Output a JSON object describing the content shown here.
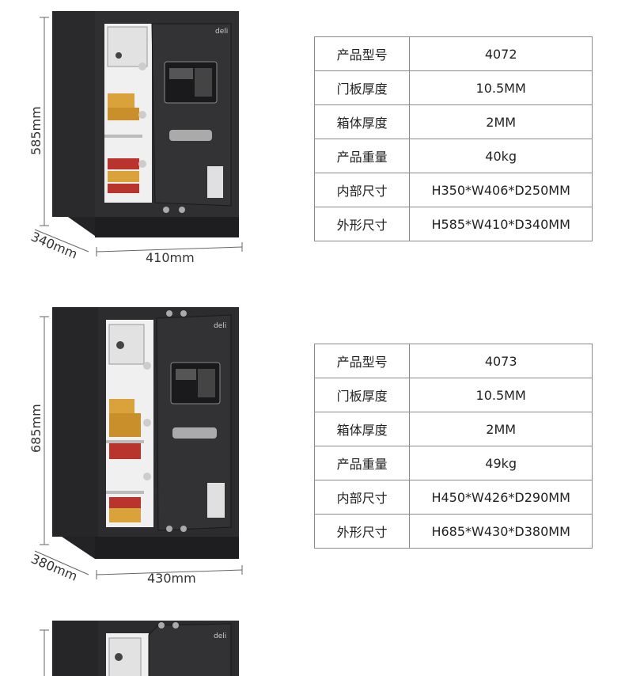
{
  "products": [
    {
      "height_label": "585mm",
      "depth_label": "340mm",
      "width_label": "410mm",
      "brand": "deli",
      "specs": [
        {
          "key": "产品型号",
          "value": "4072"
        },
        {
          "key": "门板厚度",
          "value": "10.5MM"
        },
        {
          "key": "箱体厚度",
          "value": "2MM"
        },
        {
          "key": "产品重量",
          "value": "40kg"
        },
        {
          "key": "内部尺寸",
          "value": "H350*W406*D250MM"
        },
        {
          "key": "外形尺寸",
          "value": "H585*W410*D340MM"
        }
      ]
    },
    {
      "height_label": "685mm",
      "depth_label": "380mm",
      "width_label": "430mm",
      "brand": "deli",
      "specs": [
        {
          "key": "产品型号",
          "value": "4073"
        },
        {
          "key": "门板厚度",
          "value": "10.5MM"
        },
        {
          "key": "箱体厚度",
          "value": "2MM"
        },
        {
          "key": "产品重量",
          "value": "49kg"
        },
        {
          "key": "内部尺寸",
          "value": "H450*W426*D290MM"
        },
        {
          "key": "外形尺寸",
          "value": "H685*W430*D380MM"
        }
      ]
    },
    {
      "brand": "deli"
    }
  ],
  "colors": {
    "safe_body": "#2a2a2c",
    "safe_door": "#333335",
    "interior": "#efefef",
    "gold": "#d9a23a",
    "red_box": "#b8342c",
    "border": "#8a8a8a"
  }
}
